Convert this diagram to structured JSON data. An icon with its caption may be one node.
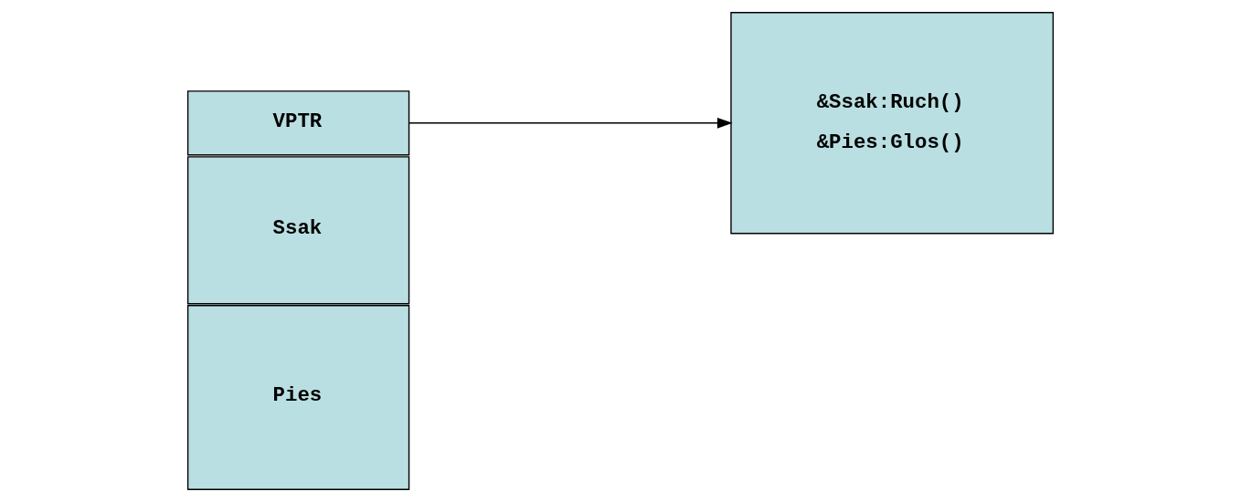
{
  "diagram": {
    "nodes": [
      {
        "text": [
          "VPTR"
        ]
      },
      {
        "text": [
          "Ssak"
        ]
      },
      {
        "text": [
          "Pies"
        ]
      },
      {
        "text": [
          "&Ssak:Ruch()",
          "&Pies:Glos()"
        ]
      }
    ],
    "edges": [
      {
        "from": 0,
        "to": 3,
        "arrow": "to"
      }
    ]
  }
}
